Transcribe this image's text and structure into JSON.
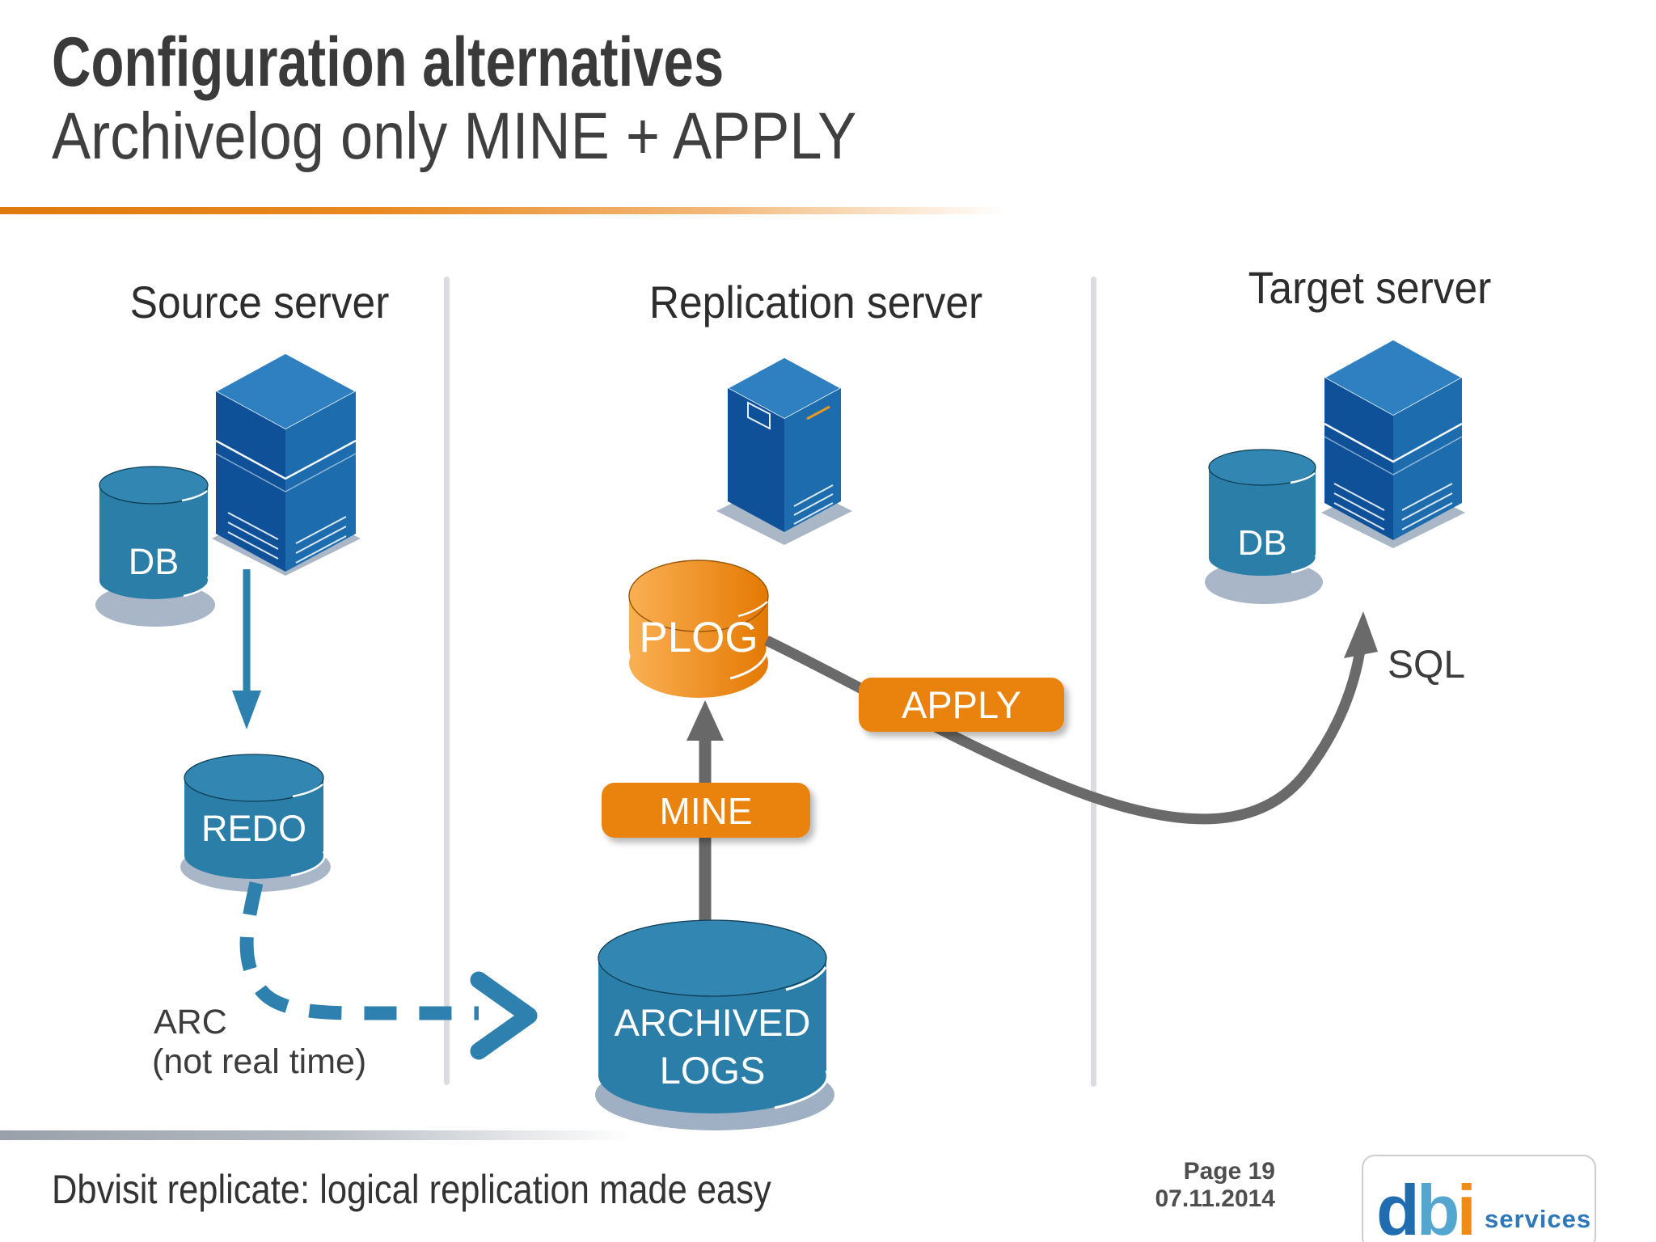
{
  "slide": {
    "title": "Configuration alternatives",
    "subtitle": "Archivelog only MINE + APPLY",
    "footer_left": "Dbvisit replicate: logical replication made easy",
    "page_label": "Page 19",
    "date_label": "07.11.2014"
  },
  "columns": [
    {
      "label": "Source server"
    },
    {
      "label": "Replication server"
    },
    {
      "label": "Target server"
    }
  ],
  "diagram": {
    "source_db": "DB",
    "redo": "REDO",
    "arc": "ARC",
    "arc_note": "(not real time)",
    "plog": "PLOG",
    "mine": "MINE",
    "apply": "APPLY",
    "archived_line1": "ARCHIVED",
    "archived_line2": "LOGS",
    "target_db": "DB",
    "sql": "SQL"
  },
  "logo": {
    "letter_d": "d",
    "letter_b": "b",
    "letter_i": "i",
    "services": "services"
  },
  "colors": {
    "accent_orange": "#ea830e",
    "plog_gradient_light": "#f9b054",
    "plog_gradient_dark": "#e47903",
    "cylinder_teal": "#2b7ea8",
    "tower_dark_blue": "#0f5199",
    "tower_mid_blue": "#1d6dae",
    "tower_light_blue": "#2f80c0",
    "arrow_blue": "#2e81ae",
    "arrow_gray": "#6a6a6a",
    "shadow_gray_blue": "#a9b6c7",
    "divider_gray": "#dcdce0",
    "title_text": "#3a3a3a"
  }
}
